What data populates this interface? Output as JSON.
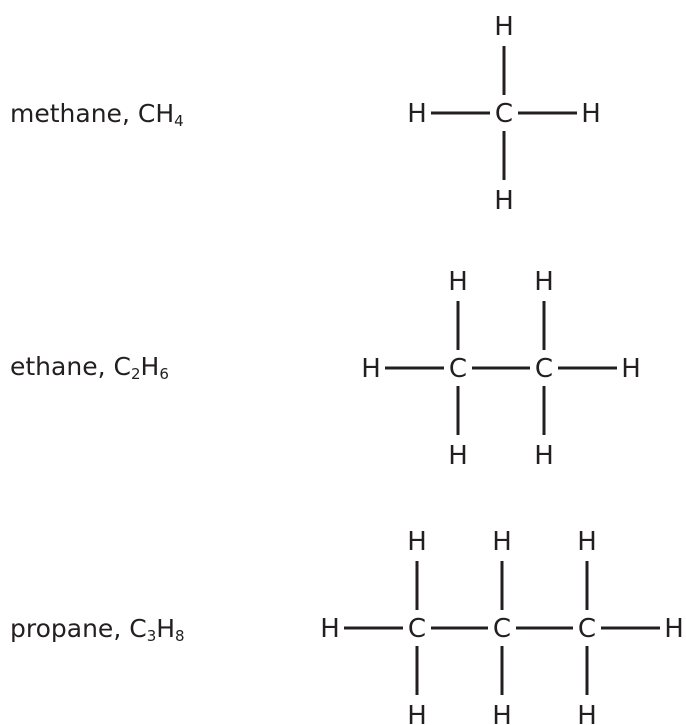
{
  "molecules": [
    {
      "name": "methane",
      "formula": {
        "C": "C",
        "c_count": "",
        "H": "H",
        "h_count": "4"
      },
      "carbons": 1
    },
    {
      "name": "ethane",
      "formula": {
        "C": "C",
        "c_count": "2",
        "H": "H",
        "h_count": "6"
      },
      "carbons": 2
    },
    {
      "name": "propane",
      "formula": {
        "C": "C",
        "c_count": "3",
        "H": "H",
        "h_count": "8"
      },
      "carbons": 3
    }
  ],
  "atoms": {
    "carbon": "C",
    "hydrogen": "H"
  }
}
